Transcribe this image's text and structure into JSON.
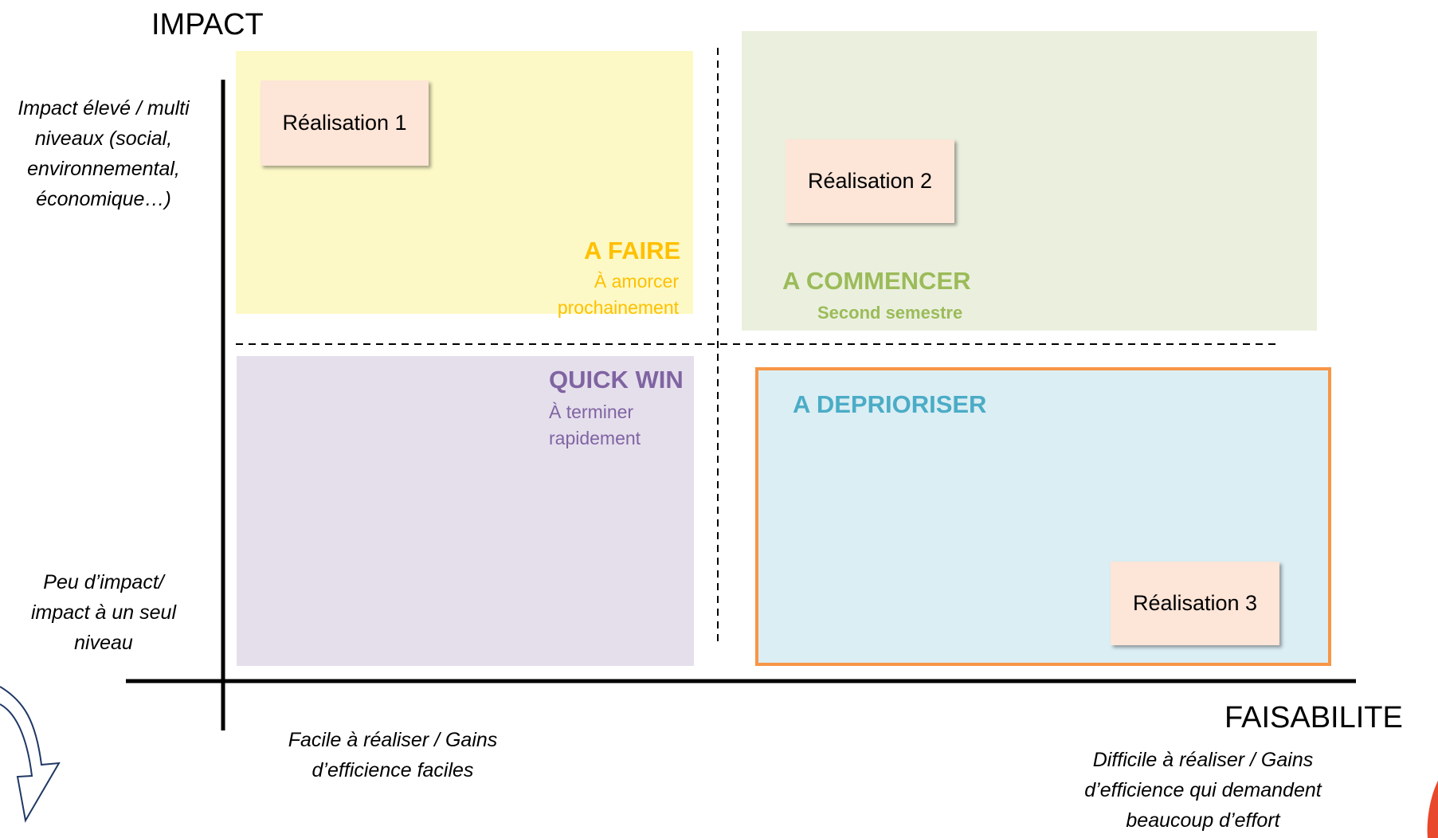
{
  "axes": {
    "y_title": "IMPACT",
    "x_title": "FAISABILITE",
    "y_high_label": "Impact élevé / multi niveaux (social, environnemental, économique…)",
    "y_low_label": "Peu d’impact/ impact à un seul niveau",
    "x_low_label": "Facile à réaliser / Gains d’efficience faciles",
    "x_high_label": "Difficile à réaliser / Gains d’efficience qui demandent beaucoup d’effort"
  },
  "quadrants": {
    "a_faire": {
      "title": "A FAIRE",
      "subtitle": "À amorcer prochainement",
      "color": "#ffc000",
      "fill": "#fcf9c6"
    },
    "a_commencer": {
      "title": "A COMMENCER",
      "subtitle": "Second semestre",
      "color": "#9bbb59",
      "fill": "#ebf0de"
    },
    "quick_win": {
      "title": "QUICK WIN",
      "subtitle": "À terminer rapidement",
      "color": "#8064a2",
      "fill": "#e5dfec"
    },
    "a_deprioriser": {
      "title": "A DEPRIORISER",
      "color": "#4bacc6",
      "fill": "#dbeef4",
      "border": "#f79646"
    }
  },
  "items": {
    "r1": "Réalisation 1",
    "r2": "Réalisation 2",
    "r3": "Réalisation 3"
  }
}
